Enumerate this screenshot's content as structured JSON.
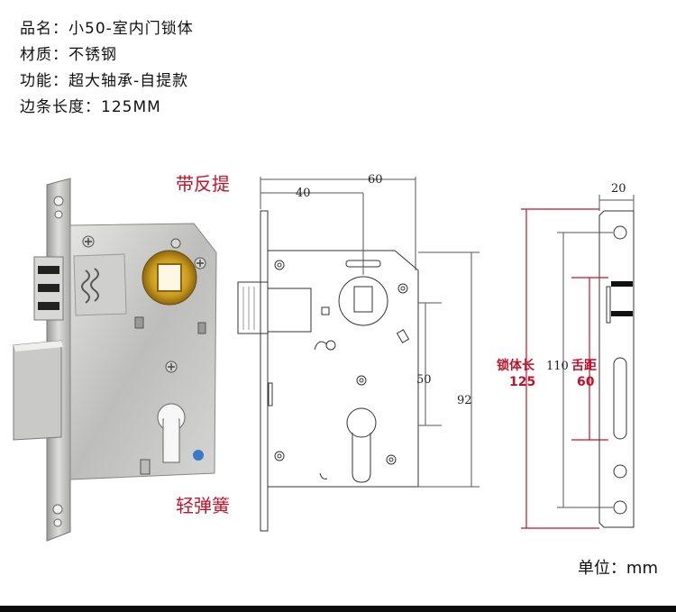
{
  "specs": {
    "name": "品名：小50-室内门锁体",
    "material": "材质：不锈钢",
    "function": "功能：超大轴承-自提款",
    "edge_length": "边条长度：125MM"
  },
  "callouts": {
    "top": "带反提",
    "bottom": "轻弹簧"
  },
  "front_view": {
    "dim_60": "60",
    "dim_40": "40",
    "dim_50": "50",
    "dim_92": "92"
  },
  "side_view": {
    "dim_20": "20",
    "dim_110": "110",
    "body_length_label": "锁体长",
    "body_length_value": "125",
    "latch_label": "舌距",
    "latch_value": "60"
  },
  "unit": "单位：mm"
}
